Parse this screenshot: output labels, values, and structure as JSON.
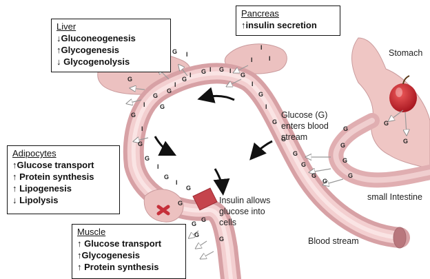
{
  "boxes": {
    "liver": {
      "title": "Liver",
      "lines": [
        "↓Gluconeogenesis",
        "↑Glycogenesis",
        "↓ Glycogenolysis"
      ]
    },
    "pancreas": {
      "title": "Pancreas",
      "lines": [
        "↑insulin secretion"
      ]
    },
    "adipocytes": {
      "title": "Adipocytes",
      "lines": [
        "↑Glucose transport",
        "↑ Protein synthesis",
        "↑ Lipogenesis",
        "↓ Lipolysis"
      ]
    },
    "muscle": {
      "title": "Muscle",
      "lines": [
        "↑ Glucose transport",
        "↑Glycogenesis",
        "↑ Protein synthesis"
      ]
    }
  },
  "labels": {
    "stomach": "Stomach",
    "glucose_enters_1": "Glucose (G)",
    "glucose_enters_2": "enters blood",
    "glucose_enters_3": "stream",
    "small_intestine": "small Intestine",
    "insulin_allows_1": "Insulin allows",
    "insulin_allows_2": "glucose into",
    "insulin_allows_3": "cells",
    "blood_stream": "Blood stream"
  },
  "glyphs": {
    "glucose": "G",
    "insulin": "I"
  },
  "colors": {
    "vessel": "#e7b7b9",
    "vessel_light": "#f6dcdc",
    "organ": "#efc6c4",
    "apple": "#c8202a"
  }
}
